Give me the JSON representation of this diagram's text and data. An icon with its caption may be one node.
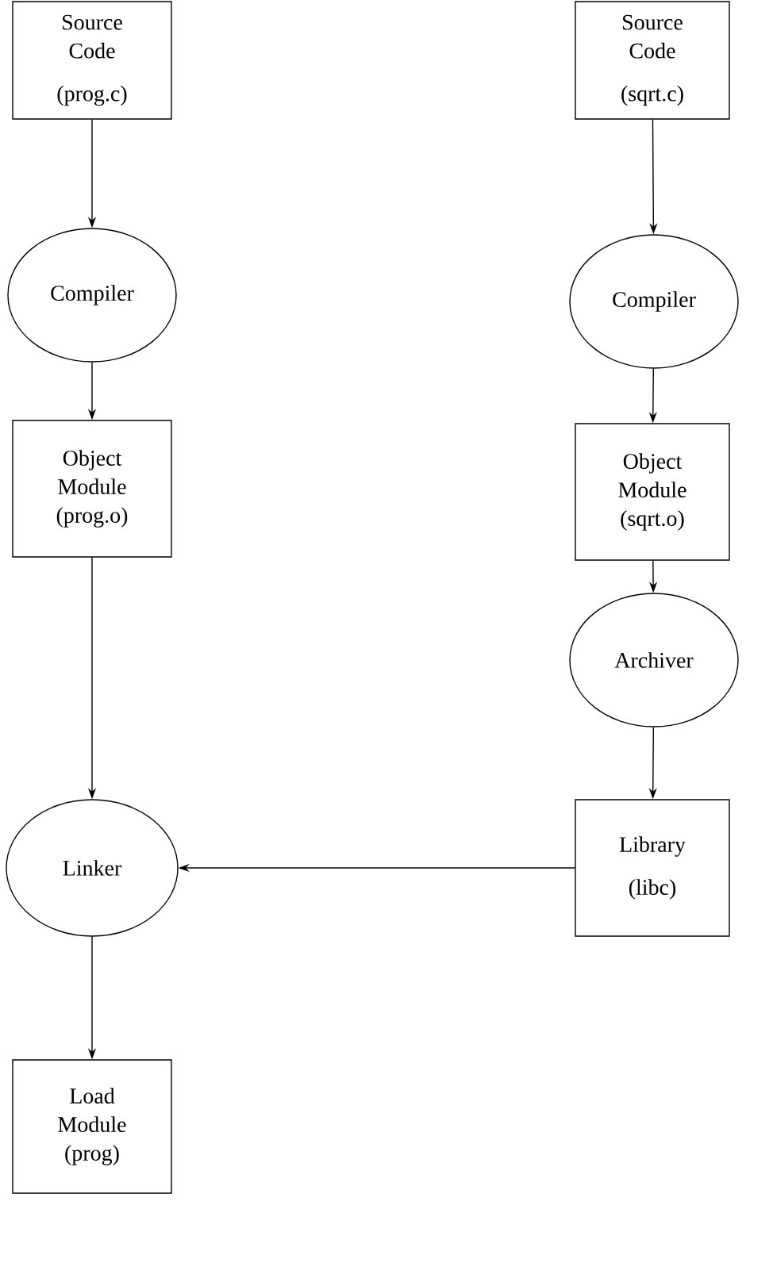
{
  "diagram": {
    "nodes": [
      {
        "text": [
          "Source Code",
          "(prog.c)"
        ]
      },
      {
        "text": [
          "Compiler"
        ]
      },
      {
        "text": [
          "Object Module (prog.o)"
        ]
      },
      {
        "text": [
          "Linker"
        ]
      },
      {
        "text": [
          "Load Module (prog)"
        ]
      },
      {
        "text": [
          "Source Code",
          "(sqrt.c)"
        ]
      },
      {
        "text": [
          "Compiler"
        ]
      },
      {
        "text": [
          "Object Module (sqrt.o)"
        ]
      },
      {
        "text": [
          "Archiver"
        ]
      },
      {
        "text": [
          "Library",
          "(libc)"
        ]
      }
    ],
    "edges": [
      {
        "from": 0,
        "to": 1,
        "arrow": "to"
      },
      {
        "from": 1,
        "to": 2,
        "arrow": "to"
      },
      {
        "from": 2,
        "to": 3,
        "arrow": "to"
      },
      {
        "from": 3,
        "to": 4,
        "arrow": "to"
      },
      {
        "from": 5,
        "to": 6,
        "arrow": "to"
      },
      {
        "from": 6,
        "to": 7,
        "arrow": "to"
      },
      {
        "from": 7,
        "to": 8,
        "arrow": "to"
      },
      {
        "from": 8,
        "to": 9,
        "arrow": "to"
      },
      {
        "from": 9,
        "to": 3,
        "arrow": "to"
      }
    ]
  }
}
